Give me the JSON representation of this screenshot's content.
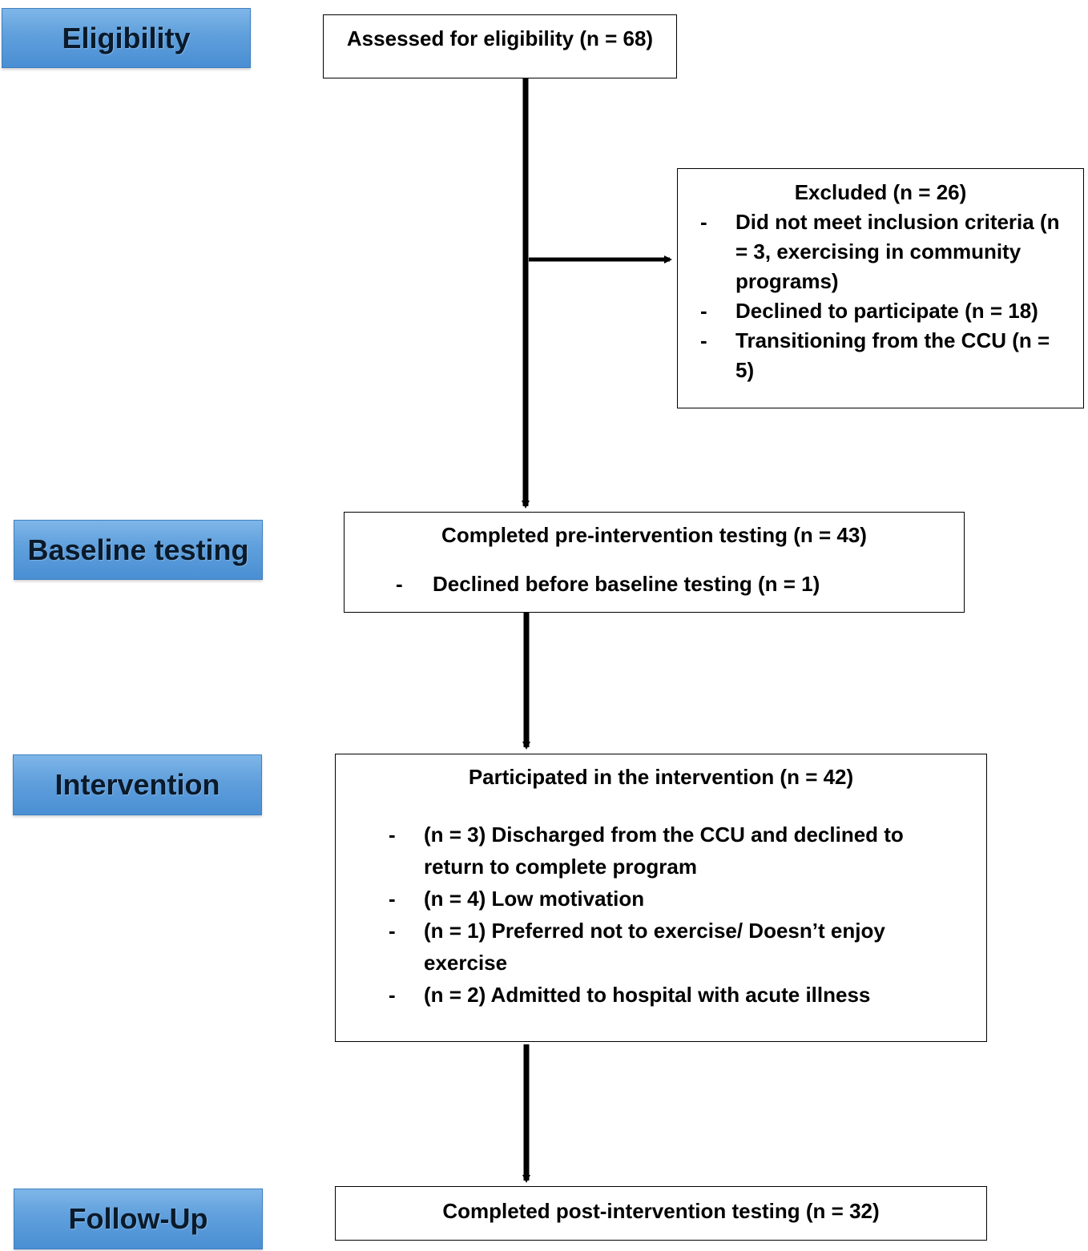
{
  "stages": {
    "eligibility": "Eligibility",
    "baseline": "Baseline testing",
    "intervention": "Intervention",
    "followup": "Follow-Up"
  },
  "boxes": {
    "assessed": "Assessed for eligibility (n = 68)",
    "excluded": {
      "heading": "Excluded (n = 26)",
      "items": [
        "Did not meet inclusion criteria (n = 3, exercising in community programs)",
        "Declined to participate (n = 18)",
        "Transitioning from the CCU (n = 5)"
      ]
    },
    "baseline": {
      "heading": "Completed pre-intervention testing (n = 43)",
      "items": [
        "Declined before baseline testing  (n = 1)"
      ]
    },
    "intervention": {
      "heading": "Participated in the intervention (n = 42)",
      "items": [
        "(n = 3) Discharged from the CCU and declined to return to complete program",
        "(n = 4) Low motivation",
        "(n = 1) Preferred not to exercise/ Doesn’t enjoy exercise",
        "(n = 2) Admitted to hospital with acute illness"
      ]
    },
    "followup": "Completed post-intervention testing (n = 32)"
  },
  "bullet_symbol": "-",
  "colors": {
    "stage_fill": "#5f9fdc",
    "stage_border": "#3f7fc0",
    "line": "#000000"
  }
}
